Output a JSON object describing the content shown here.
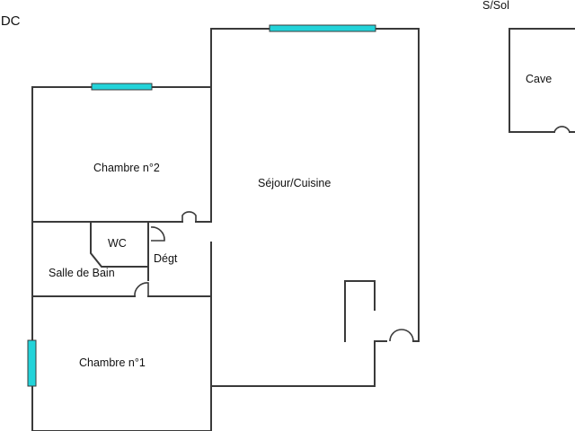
{
  "levels": {
    "ground": "RDC",
    "basement": "S/Sol"
  },
  "rooms": {
    "living": "Séjour/Cuisine",
    "bedroom2": "Chambre n°2",
    "wc": "WC",
    "hallway": "Dégt",
    "bathroom": "Salle de Bain",
    "bedroom1": "Chambre n°1",
    "cellar": "Cave"
  },
  "colors": {
    "wall": "#3a3a3a",
    "window": "#22d3d9",
    "background": "#ffffff"
  }
}
